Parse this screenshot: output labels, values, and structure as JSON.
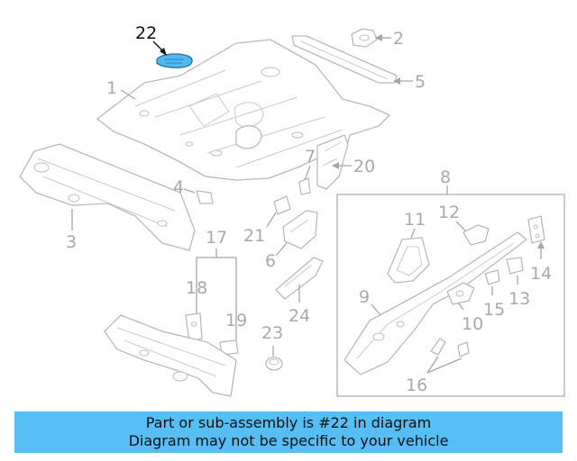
{
  "diagram": {
    "highlight_color": "#4fb9f0",
    "banner_color": "#56bdf5",
    "callouts": {
      "c1": "1",
      "c2": "2",
      "c3": "3",
      "c4": "4",
      "c5": "5",
      "c6": "6",
      "c7": "7",
      "c8": "8",
      "c9": "9",
      "c10": "10",
      "c11": "11",
      "c12": "12",
      "c13": "13",
      "c14": "14",
      "c15": "15",
      "c16": "16",
      "c17": "17",
      "c18": "18",
      "c19": "19",
      "c20": "20",
      "c21": "21",
      "c22": "22",
      "c23": "23",
      "c24": "24"
    },
    "highlighted_part": "22"
  },
  "banner": {
    "line1": "Part or sub-assembly is #22 in diagram",
    "line2": "Diagram may not be specific to your vehicle"
  }
}
